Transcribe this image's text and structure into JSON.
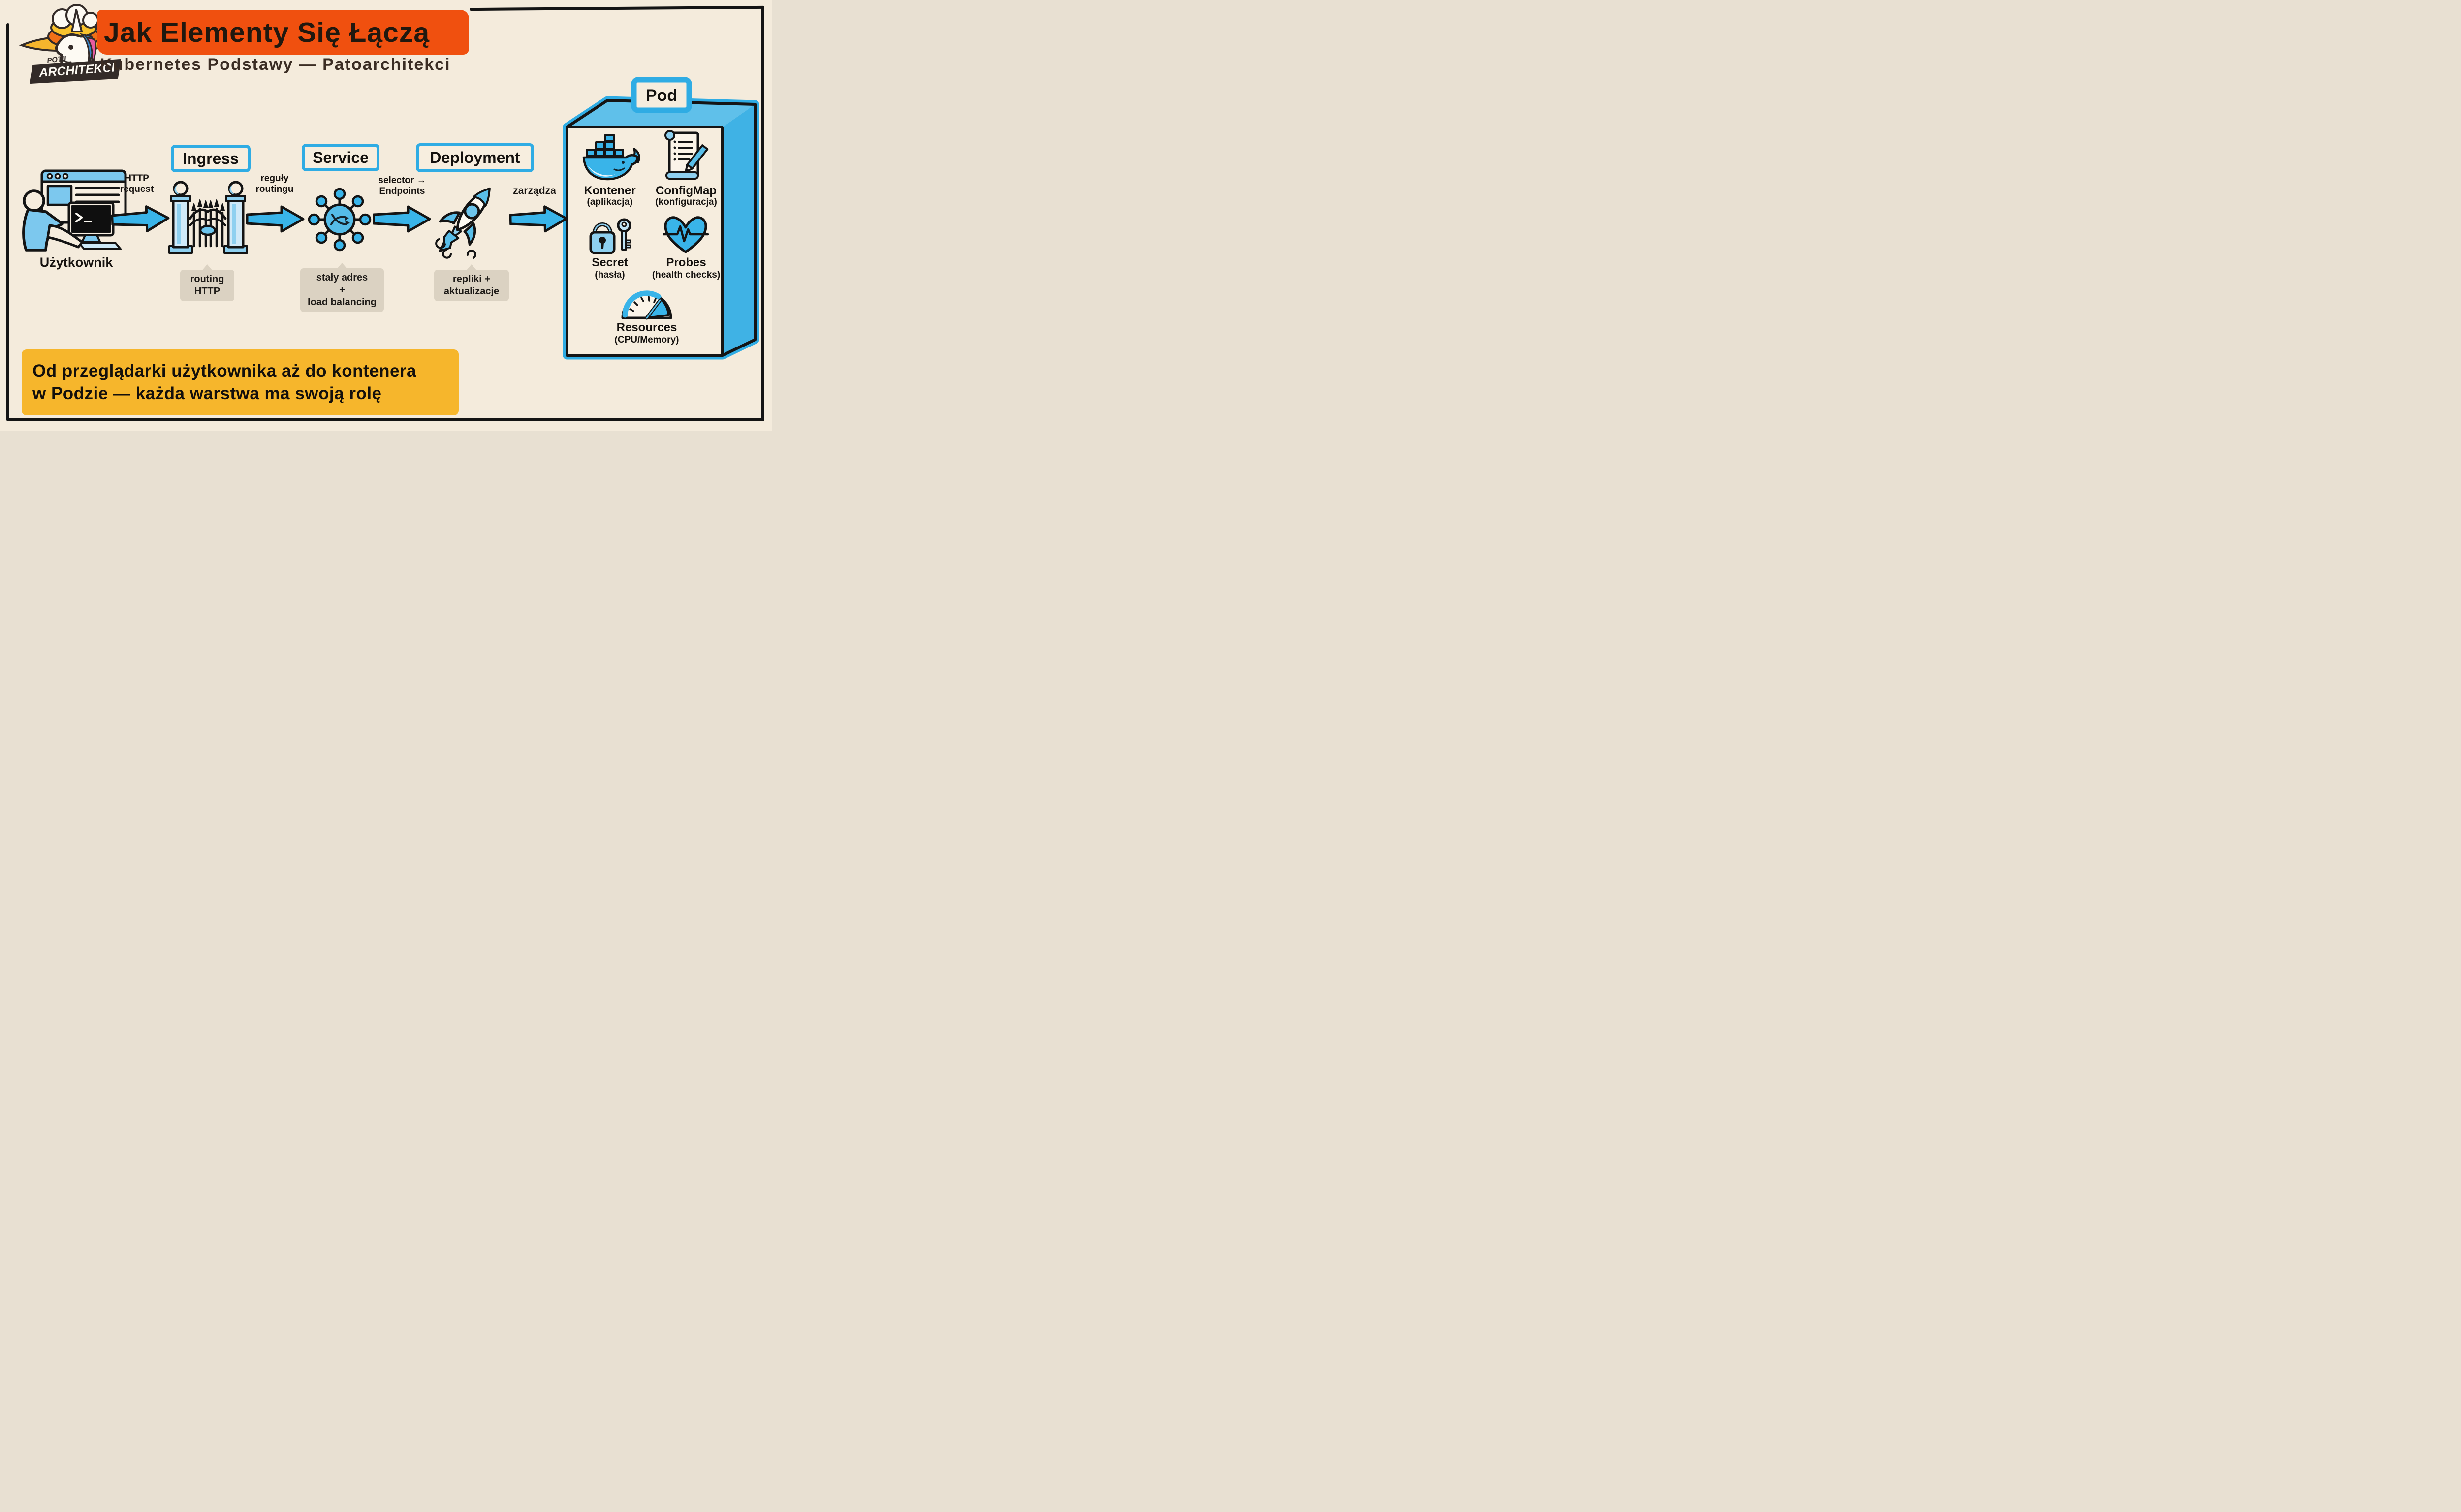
{
  "header": {
    "logo": {
      "top_text": "POTII",
      "bottom_text": "ARCHITEKCI"
    },
    "title": "Jak Elementy Się Łączą",
    "subtitle": "Kubernetes Podstawy — Patoarchitekci"
  },
  "flow": {
    "user_label": "Użytkownik",
    "arrow_labels": [
      "HTTP\nrequest",
      "reguły\nroutingu",
      "selector →\nEndpoints",
      "zarządza"
    ],
    "stages": [
      {
        "name": "Ingress",
        "icon": "gate-icon",
        "caption": "routing\nHTTP"
      },
      {
        "name": "Service",
        "icon": "network-hub-icon",
        "caption": "stały adres\n+\nload balancing"
      },
      {
        "name": "Deployment",
        "icon": "rocket-icon",
        "caption": "repliki +\naktualizacje"
      }
    ]
  },
  "pod": {
    "label": "Pod",
    "items": [
      {
        "name": "Kontener",
        "detail": "(aplikacja)",
        "icon": "docker-whale-icon"
      },
      {
        "name": "ConfigMap",
        "detail": "(konfiguracja)",
        "icon": "config-scroll-icon"
      },
      {
        "name": "Secret",
        "detail": "(hasła)",
        "icon": "lock-key-icon"
      },
      {
        "name": "Probes",
        "detail": "(health checks)",
        "icon": "heart-pulse-icon"
      },
      {
        "name": "Resources",
        "detail": "(CPU/Memory)",
        "icon": "gauge-icon"
      }
    ]
  },
  "footer": {
    "text": "Od przeglądarki użytkownika aż do kontenera\nw Podzie — każda warstwa ma swoją rolę"
  },
  "colors": {
    "background": "#F4EBDC",
    "frame": "#141414",
    "accent_blue": "#2FACE4",
    "light_blue": "#BFE3F5",
    "orange_highlight": "#F0500F",
    "yellow_highlight": "#F6B62C",
    "caption_bg": "#DBD2C2",
    "ink": "#171310"
  }
}
